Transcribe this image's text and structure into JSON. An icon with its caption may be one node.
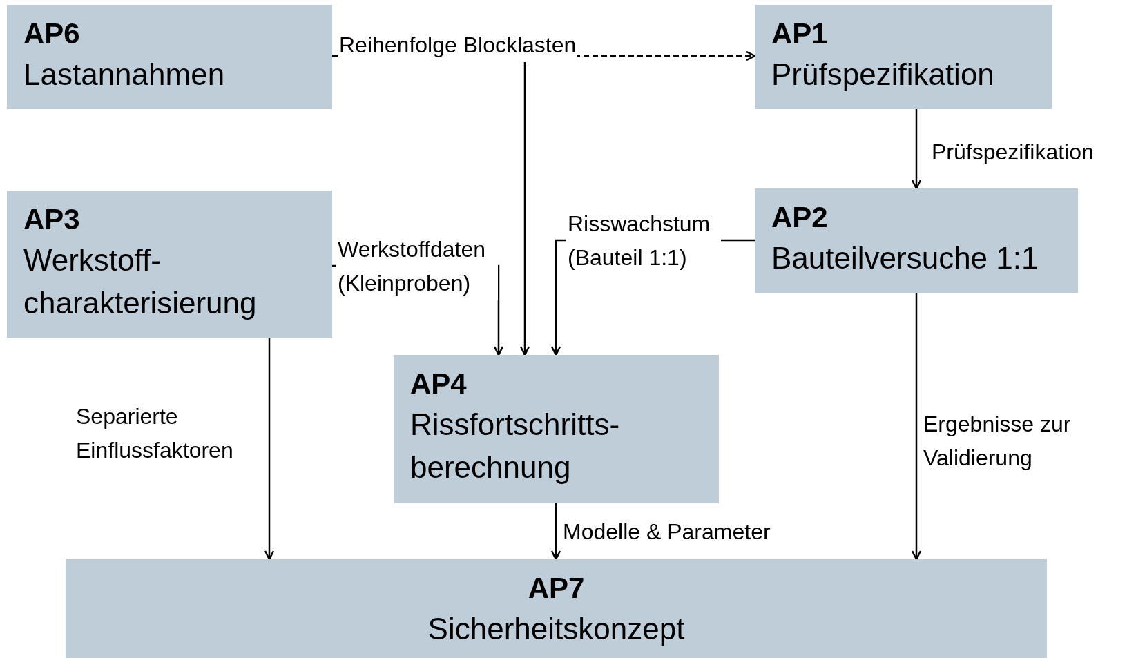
{
  "diagram": {
    "nodes": [
      {
        "text": [
          "AP6",
          "Lastannahmen"
        ]
      },
      {
        "text": [
          "AP1",
          "Prüfspezifikation"
        ]
      },
      {
        "text": [
          "AP3",
          "Werkstoff- charakterisierung"
        ]
      },
      {
        "text": [
          "AP2",
          "Bauteilversuche 1:1"
        ]
      },
      {
        "text": [
          "AP4",
          "Rissfortschritts- berechnung"
        ]
      },
      {
        "text": [
          "AP7",
          "Sicherheitskonzept"
        ]
      }
    ],
    "edges": [
      {
        "from": 0,
        "to": 1,
        "arrow": "to",
        "style": "dashed",
        "label": "Reihenfolge Blocklasten"
      },
      {
        "from": 0,
        "to": 4,
        "arrow": "to"
      },
      {
        "from": 1,
        "to": 3,
        "arrow": "to",
        "label": "Prüfspezifikation"
      },
      {
        "from": 2,
        "to": 4,
        "arrow": "to",
        "label": "Werkstoffdaten (Kleinproben)"
      },
      {
        "from": 3,
        "to": 4,
        "arrow": "to",
        "label": "Risswachstum (Bauteil 1:1)"
      },
      {
        "from": 2,
        "to": 5,
        "arrow": "to",
        "label": "Separierte Einflussfaktoren"
      },
      {
        "from": 4,
        "to": 5,
        "arrow": "to",
        "label": "Modelle & Parameter"
      },
      {
        "from": 3,
        "to": 5,
        "arrow": "to",
        "label": "Ergebnisse zur Validierung"
      }
    ]
  }
}
